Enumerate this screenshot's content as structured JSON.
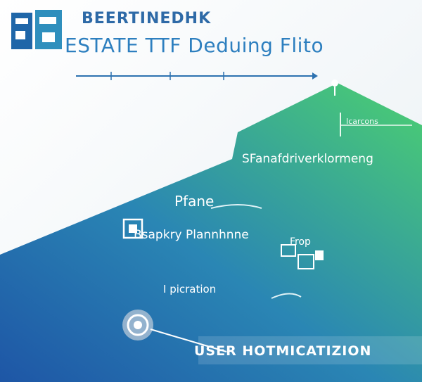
{
  "header": {
    "title": "BEERTINEDHK",
    "subtitle": "ESTATE TTF Deduing Flito"
  },
  "labels": {
    "corner": "Icarcons",
    "section": "SFanafdriverklormeng",
    "phase": "Pfane",
    "planning": "Bsapkry Plannhnne",
    "stop": "Frop",
    "preparation": "I picration",
    "footer": "USER HOTMICATIZION"
  },
  "colors": {
    "accent_blue": "#2e6aa7",
    "gradient_left": "#1e5aa8",
    "gradient_right": "#45d06c",
    "label_text": "#ffffff"
  },
  "icons": [
    "logo-icon",
    "step-icon",
    "target-icon",
    "cluster-icon",
    "peak-figure-icon"
  ]
}
